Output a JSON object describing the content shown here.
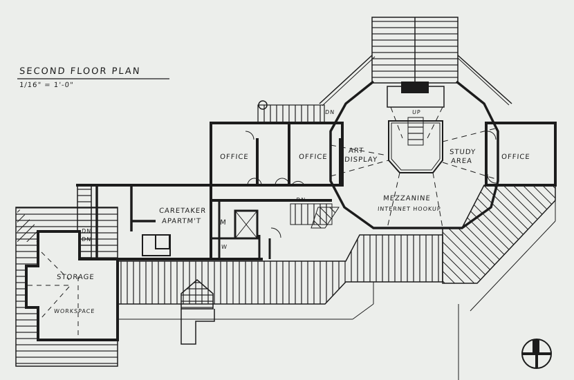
{
  "drawing": {
    "title": "SECOND FLOOR PLAN",
    "scale": "1/16\" = 1'-0\"",
    "paper_color": "#eceeeb",
    "ink_color": "#1c1c1c"
  },
  "rooms": [
    {
      "id": "office-1",
      "label": "OFFICE"
    },
    {
      "id": "office-2",
      "label": "OFFICE"
    },
    {
      "id": "art-display",
      "label": "ART",
      "label2": "DISPLAY"
    },
    {
      "id": "study-area",
      "label": "STUDY",
      "label2": "AREA"
    },
    {
      "id": "office-3",
      "label": "OFFICE"
    },
    {
      "id": "mezzanine",
      "label": "MEZZANINE",
      "label2": "INTERNET HOOKUP"
    },
    {
      "id": "caretaker",
      "label": "CARETAKER",
      "label2": "APARTM'T"
    },
    {
      "id": "mech",
      "label": "M"
    },
    {
      "id": "wc",
      "label": "W"
    },
    {
      "id": "storage",
      "label": "STORAGE"
    },
    {
      "id": "workspace",
      "label": "WORKSPACE"
    }
  ],
  "annotations": {
    "dn_top": "DN",
    "up": "UP",
    "dn_mid": "DN",
    "dn_left1": "DN",
    "dn_left2": "DN"
  },
  "north_arrow": {
    "symbol": "north-arrow"
  }
}
